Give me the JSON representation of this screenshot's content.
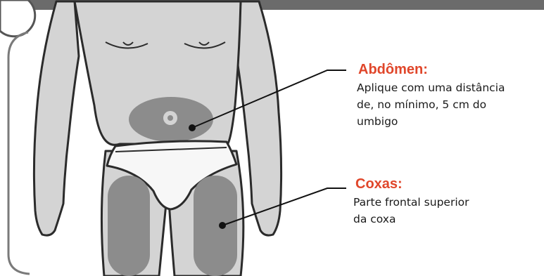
{
  "colors": {
    "top_bar": "#6b6b6b",
    "badge_outline": "#555555",
    "panel_outline": "#7a7a7a",
    "skin": "#d4d4d4",
    "body_outline": "#2b2b2b",
    "underwear": "#f7f7f7",
    "injection_zone": "#8c8c8c",
    "leader_line": "#111111",
    "heading": "#e0462a",
    "description_text": "#1a1a1a"
  },
  "icons": {
    "navel": "navel-target-icon",
    "abdomen_zone": "abdomen-injection-zone",
    "thigh_zones": "thigh-injection-zone"
  },
  "labels": {
    "abdomen": {
      "title": "Abdômen:",
      "lines": [
        "Aplique com uma distância",
        "de, no mínimo, 5 cm do",
        "umbigo"
      ]
    },
    "thighs": {
      "title": "Coxas:",
      "lines": [
        "Parte frontal superior",
        "da coxa"
      ]
    }
  }
}
